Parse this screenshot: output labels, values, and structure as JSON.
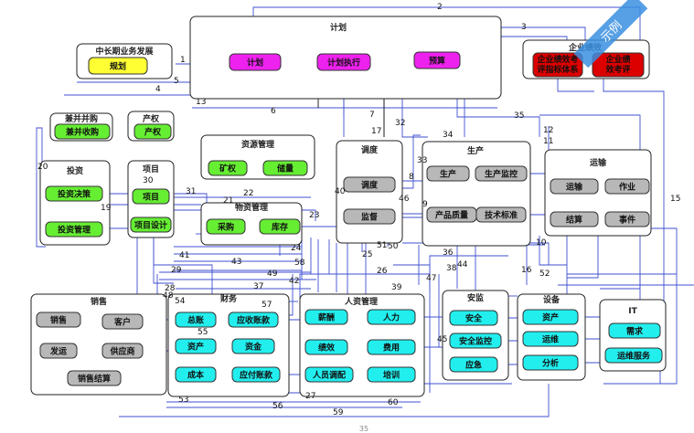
{
  "colors": {
    "yellow": "#ffff33",
    "magenta": "#ee22ee",
    "red": "#dd0000",
    "green": "#66ee33",
    "gray": "#b8b8b8",
    "cyan": "#22eeee",
    "link": "#3f4fd0",
    "ribbon": "#3a8fe0"
  },
  "groups": [
    {
      "id": "g-zhongchang",
      "label": "中长期业务发展"
    },
    {
      "id": "g-jihua",
      "label": "计划"
    },
    {
      "id": "g-qiyejixiao",
      "label": "企业绩效"
    },
    {
      "id": "g-jianbing",
      "label": "兼并并购"
    },
    {
      "id": "g-chanquan",
      "label": "产权"
    },
    {
      "id": "g-touzi",
      "label": "投资"
    },
    {
      "id": "g-xiangmu",
      "label": "项目"
    },
    {
      "id": "g-ziyuan",
      "label": "资源管理"
    },
    {
      "id": "g-wuzi",
      "label": "物资管理"
    },
    {
      "id": "g-diaodu",
      "label": "调度"
    },
    {
      "id": "g-shengchan",
      "label": "生产"
    },
    {
      "id": "g-yunshu",
      "label": "运输"
    },
    {
      "id": "g-xiaoshou",
      "label": "销售"
    },
    {
      "id": "g-caiwu",
      "label": "财务"
    },
    {
      "id": "g-renzi",
      "label": "人资管理"
    },
    {
      "id": "g-anjian",
      "label": "安监"
    },
    {
      "id": "g-shebei",
      "label": "设备"
    },
    {
      "id": "g-it",
      "label": "IT"
    }
  ],
  "nodes": [
    {
      "id": "n-guihua",
      "label": "规划",
      "color": "yellow"
    },
    {
      "id": "n-jihua",
      "label": "计划",
      "color": "magenta"
    },
    {
      "id": "n-jihuazhixing",
      "label": "计划执行",
      "color": "magenta"
    },
    {
      "id": "n-yusuan",
      "label": "预算",
      "color": "magenta"
    },
    {
      "id": "n-jixiao1",
      "label": "企业绩效考",
      "label2": "评指标体系",
      "color": "red"
    },
    {
      "id": "n-jixiao2",
      "label": "企业绩",
      "label2": "效考评",
      "color": "red"
    },
    {
      "id": "n-jianbingshougou",
      "label": "兼并收购",
      "color": "green"
    },
    {
      "id": "n-chanquan",
      "label": "产权",
      "color": "green"
    },
    {
      "id": "n-touzijuece",
      "label": "投资决策",
      "color": "green"
    },
    {
      "id": "n-touziguanli",
      "label": "投资管理",
      "color": "green"
    },
    {
      "id": "n-xiangmu",
      "label": "项目",
      "color": "green"
    },
    {
      "id": "n-xiangmusheji",
      "label": "项目设计",
      "color": "green"
    },
    {
      "id": "n-kuangquan",
      "label": "矿权",
      "color": "green"
    },
    {
      "id": "n-chuliang",
      "label": "储量",
      "color": "green"
    },
    {
      "id": "n-caigou",
      "label": "采购",
      "color": "green"
    },
    {
      "id": "n-kucun",
      "label": "库存",
      "color": "green"
    },
    {
      "id": "n-diaodu",
      "label": "调度",
      "color": "gray"
    },
    {
      "id": "n-jiandu",
      "label": "监督",
      "color": "gray"
    },
    {
      "id": "n-shengchan",
      "label": "生产",
      "color": "gray"
    },
    {
      "id": "n-shengchanjiankong",
      "label": "生产监控",
      "color": "gray"
    },
    {
      "id": "n-chanpinzhiliang",
      "label": "产品质量",
      "color": "gray"
    },
    {
      "id": "n-jishubiaozhun",
      "label": "技术标准",
      "color": "gray"
    },
    {
      "id": "n-yunshu",
      "label": "运输",
      "color": "gray"
    },
    {
      "id": "n-zuoye",
      "label": "作业",
      "color": "gray"
    },
    {
      "id": "n-jiesuan",
      "label": "结算",
      "color": "gray"
    },
    {
      "id": "n-shijian",
      "label": "事件",
      "color": "gray"
    },
    {
      "id": "n-xiaoshou",
      "label": "销售",
      "color": "gray"
    },
    {
      "id": "n-kehu",
      "label": "客户",
      "color": "gray"
    },
    {
      "id": "n-fayun",
      "label": "发运",
      "color": "gray"
    },
    {
      "id": "n-gongyingshang",
      "label": "供应商",
      "color": "gray"
    },
    {
      "id": "n-xiaoshoujiesuan",
      "label": "销售结算",
      "color": "gray"
    },
    {
      "id": "n-zongzhang",
      "label": "总账",
      "color": "cyan"
    },
    {
      "id": "n-yingshou",
      "label": "应收账款",
      "color": "cyan"
    },
    {
      "id": "n-zichan-cw",
      "label": "资产",
      "color": "cyan"
    },
    {
      "id": "n-zijin",
      "label": "资金",
      "color": "cyan"
    },
    {
      "id": "n-chengben",
      "label": "成本",
      "color": "cyan"
    },
    {
      "id": "n-yingfu",
      "label": "应付账款",
      "color": "cyan"
    },
    {
      "id": "n-xinchou",
      "label": "薪酬",
      "color": "cyan"
    },
    {
      "id": "n-renli",
      "label": "人力",
      "color": "cyan"
    },
    {
      "id": "n-jixiao-rz",
      "label": "绩效",
      "color": "cyan"
    },
    {
      "id": "n-feiyong",
      "label": "费用",
      "color": "cyan"
    },
    {
      "id": "n-renyuandiaopei",
      "label": "人员调配",
      "color": "cyan"
    },
    {
      "id": "n-peixun",
      "label": "培训",
      "color": "cyan"
    },
    {
      "id": "n-anquan",
      "label": "安全",
      "color": "cyan"
    },
    {
      "id": "n-anquanjiankong",
      "label": "安全监控",
      "color": "cyan"
    },
    {
      "id": "n-yingji",
      "label": "应急",
      "color": "cyan"
    },
    {
      "id": "n-zichan-sb",
      "label": "资产",
      "color": "cyan"
    },
    {
      "id": "n-yunwei",
      "label": "运维",
      "color": "cyan"
    },
    {
      "id": "n-fenxi",
      "label": "分析",
      "color": "cyan"
    },
    {
      "id": "n-xuqiu",
      "label": "需求",
      "color": "cyan"
    },
    {
      "id": "n-yunweifuwu",
      "label": "运维服务",
      "color": "cyan"
    }
  ],
  "link_numbers": [
    "1",
    "2",
    "3",
    "4",
    "5",
    "6",
    "7",
    "8",
    "9",
    "10",
    "11",
    "12",
    "13",
    "15",
    "16",
    "17",
    "19",
    "20",
    "21",
    "22",
    "23",
    "24",
    "25",
    "26",
    "27",
    "28",
    "29",
    "30",
    "31",
    "32",
    "33",
    "34",
    "35",
    "36",
    "37",
    "38",
    "39",
    "40",
    "41",
    "42",
    "43",
    "44",
    "45",
    "46",
    "47",
    "48",
    "49",
    "50",
    "51",
    "52",
    "53",
    "54",
    "55",
    "56",
    "57",
    "58",
    "59",
    "60"
  ],
  "ribbon_label": "示例",
  "page_number": "35"
}
